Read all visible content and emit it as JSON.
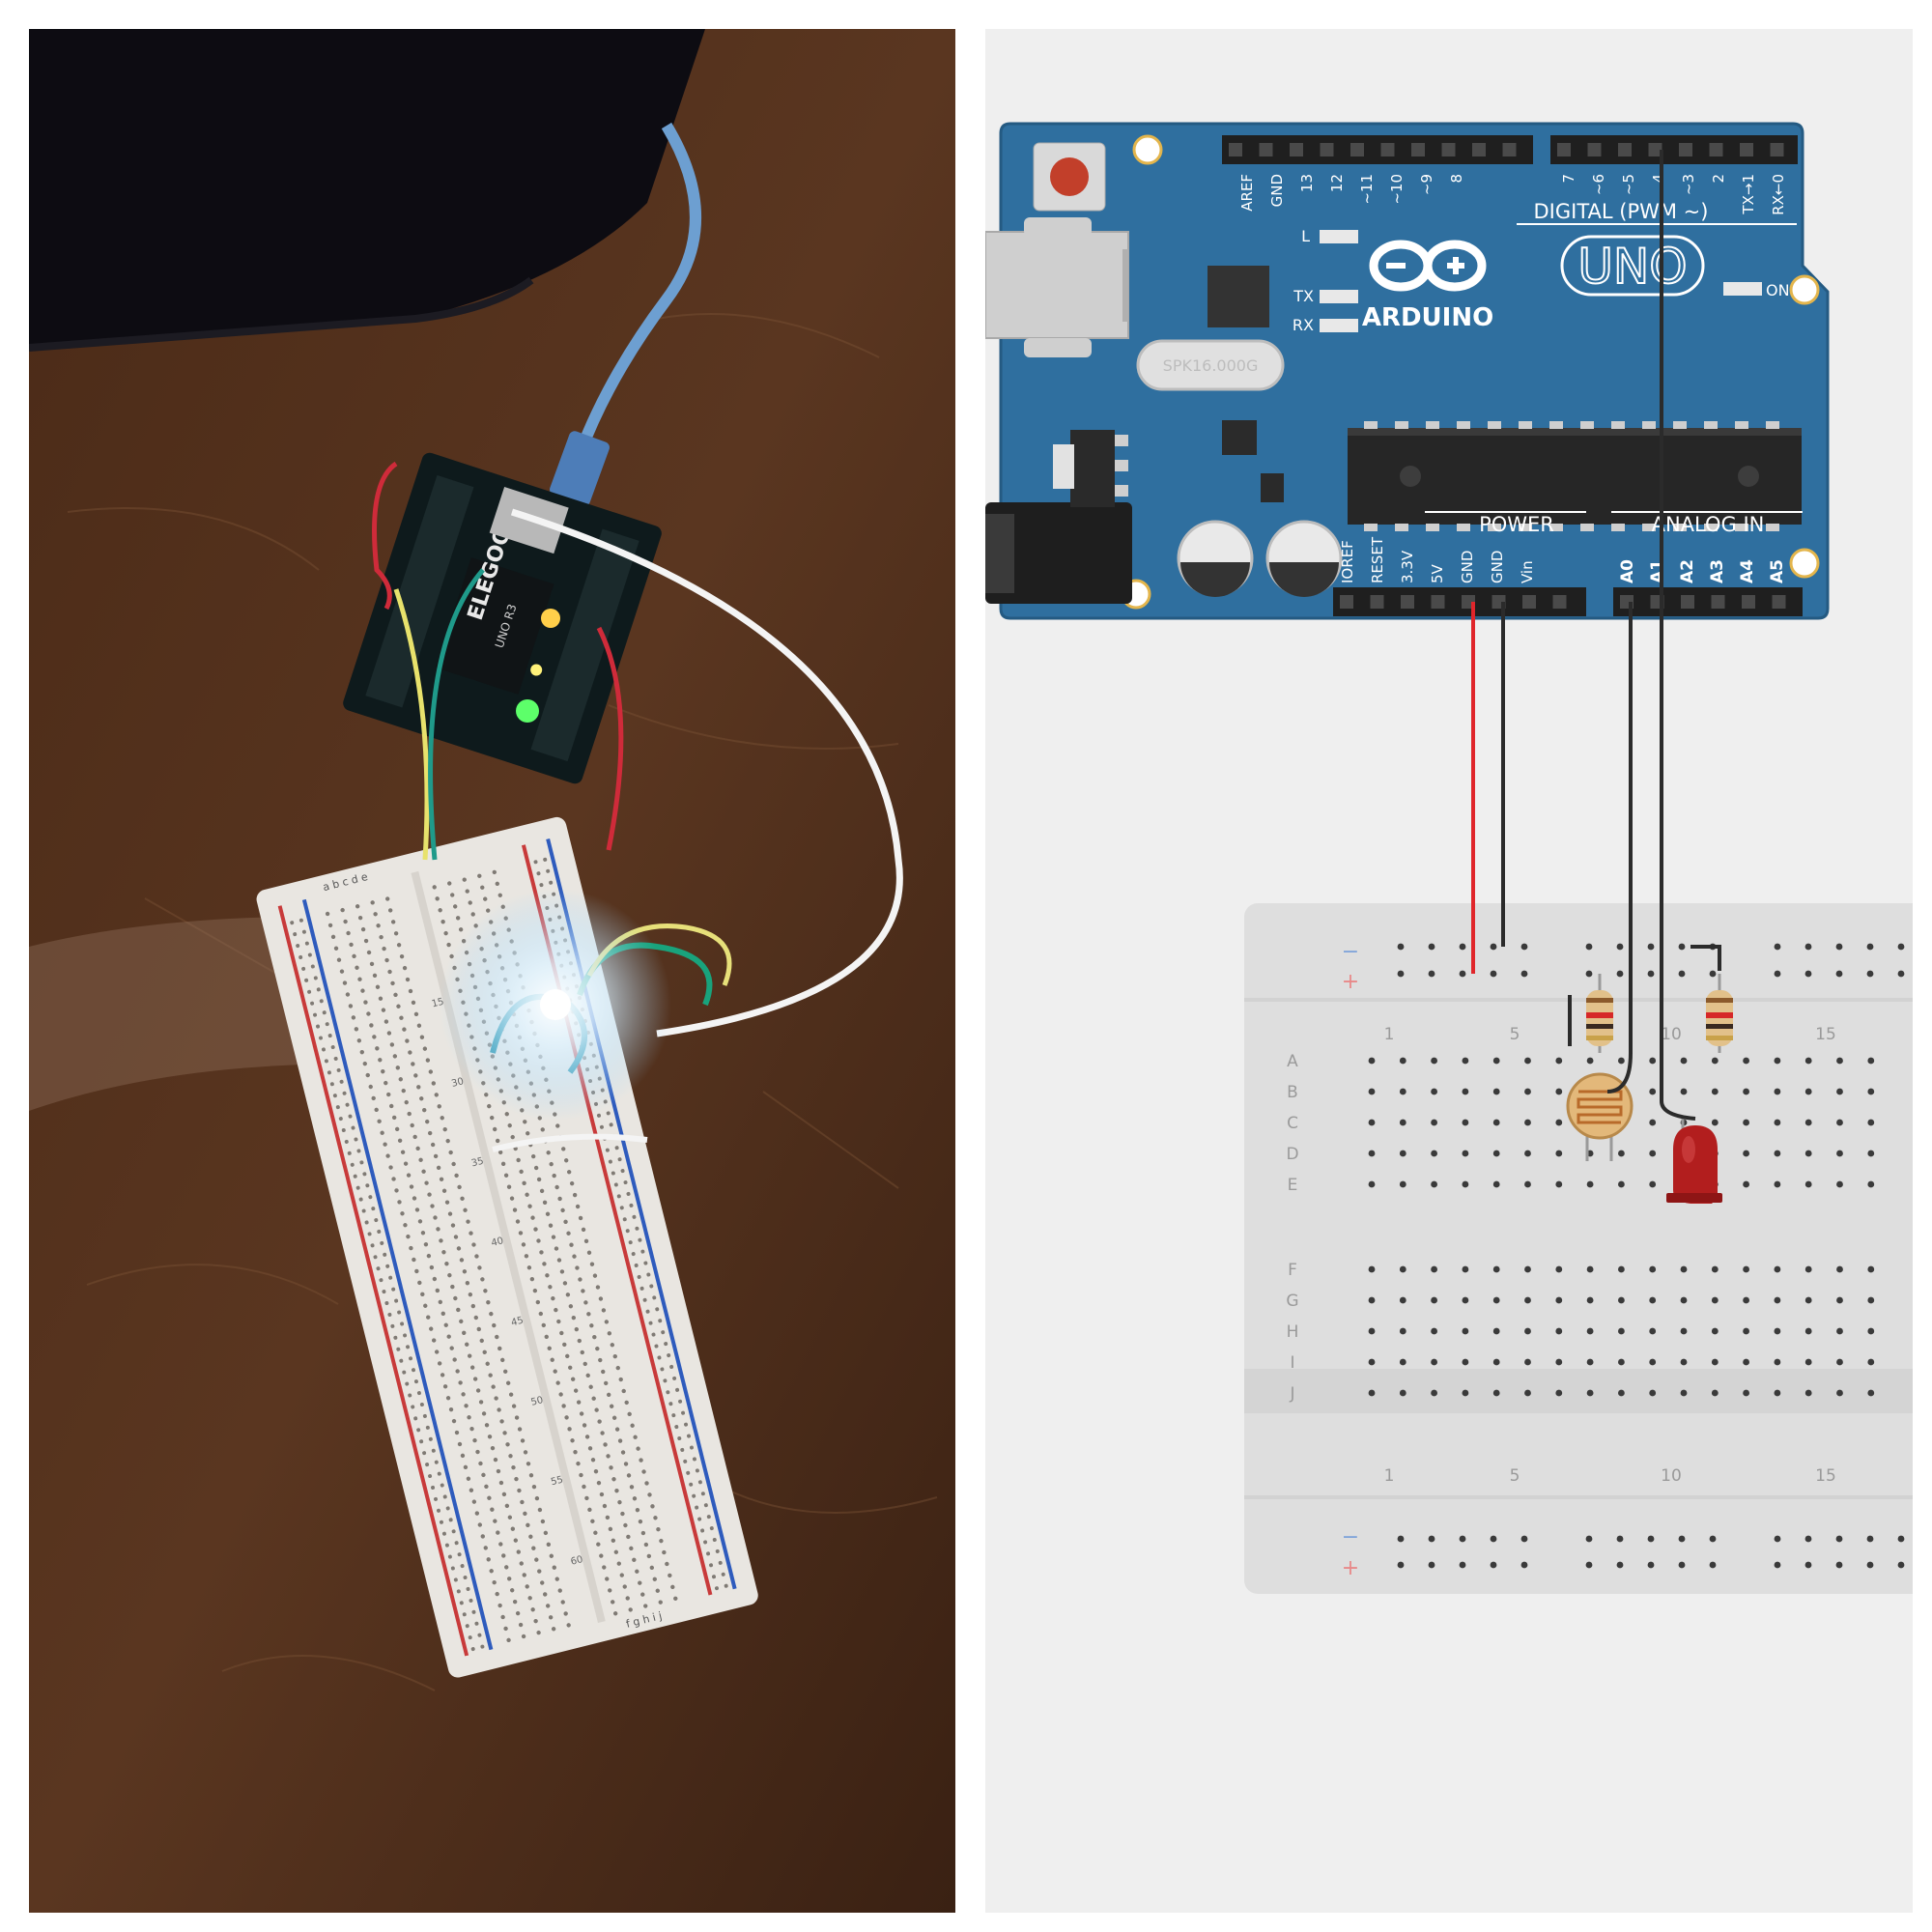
{
  "schematic": {
    "board": {
      "brand": "ARDUINO",
      "model": "UNO",
      "crystal": "SPK16.000G",
      "on_label": "ON",
      "led_labels": [
        "L",
        "TX",
        "RX"
      ],
      "digital_title": "DIGITAL (PWM ~)",
      "digital_pins": [
        "AREF",
        "GND",
        "13",
        "12",
        "~11",
        "~10",
        "~9",
        "8",
        "7",
        "~6",
        "~5",
        "4",
        "~3",
        "2",
        "TX→1",
        "RX←0"
      ],
      "power_title": "POWER",
      "power_pins": [
        "IOREF",
        "RESET",
        "3.3V",
        "5V",
        "GND",
        "GND",
        "Vin"
      ],
      "analog_title": "ANALOG IN",
      "analog_pins": [
        "A0",
        "A1",
        "A2",
        "A3",
        "A4",
        "A5"
      ]
    },
    "breadboard": {
      "rail_minus": "−",
      "rail_plus": "+",
      "column_numbers": [
        "1",
        "5",
        "10",
        "15"
      ],
      "rows_top": [
        "A",
        "B",
        "C",
        "D",
        "E"
      ],
      "rows_bottom": [
        "F",
        "G",
        "H",
        "I",
        "J"
      ]
    },
    "colors": {
      "board_blue": "#2f6f9f",
      "wire_red": "#e0262b",
      "wire_black": "#2b2b2b",
      "led_red": "#b21e1e",
      "breadboard": "#dedede"
    }
  },
  "photo": {
    "board_print": "ELEGOO",
    "board_model": "UNO R3",
    "breadboard_rows_top": "a b c d e",
    "breadboard_rows_bottom": "f g h i j",
    "row_numbers": [
      "15",
      "30",
      "35",
      "40",
      "45",
      "50",
      "55",
      "60"
    ]
  }
}
